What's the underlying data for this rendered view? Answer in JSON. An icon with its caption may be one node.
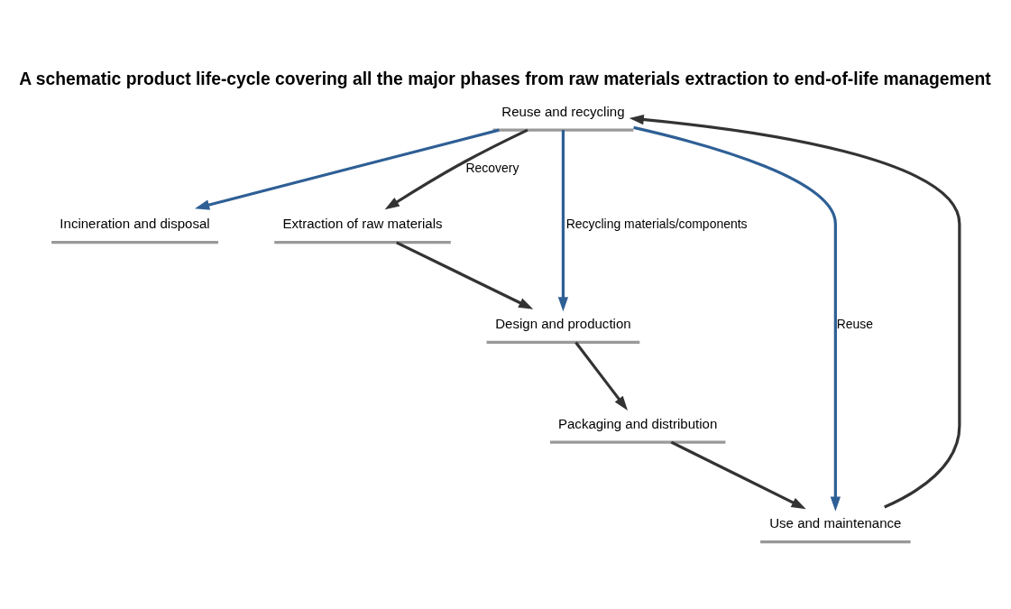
{
  "diagram": {
    "title": "A schematic product life-cycle covering all the major phases from raw materials extraction to end-of-life management",
    "nodes": [
      {
        "text": [
          "Incineration and disposal"
        ]
      },
      {
        "text": [
          "Extraction of raw materials"
        ]
      },
      {
        "text": [
          "Reuse and recycling"
        ]
      },
      {
        "text": [
          "Design and production"
        ]
      },
      {
        "text": [
          "Packaging and distribution"
        ]
      },
      {
        "text": [
          "Use and maintenance"
        ]
      }
    ],
    "edges": [
      {
        "from": 2,
        "to": 0,
        "arrow": "to",
        "color": "#2e5f95"
      },
      {
        "from": 2,
        "to": 1,
        "arrow": "to",
        "label": "Recovery"
      },
      {
        "from": 1,
        "to": 3,
        "arrow": "to"
      },
      {
        "from": 2,
        "to": 3,
        "arrow": "to",
        "color": "#2e5f95",
        "label": "Recycling materials/components"
      },
      {
        "from": 3,
        "to": 4,
        "arrow": "to"
      },
      {
        "from": 4,
        "to": 5,
        "arrow": "to"
      },
      {
        "from": 5,
        "to": 2,
        "arrow": "to"
      },
      {
        "from": 2,
        "to": 5,
        "arrow": "to",
        "color": "#2e5f95",
        "label": "Reuse"
      }
    ]
  }
}
